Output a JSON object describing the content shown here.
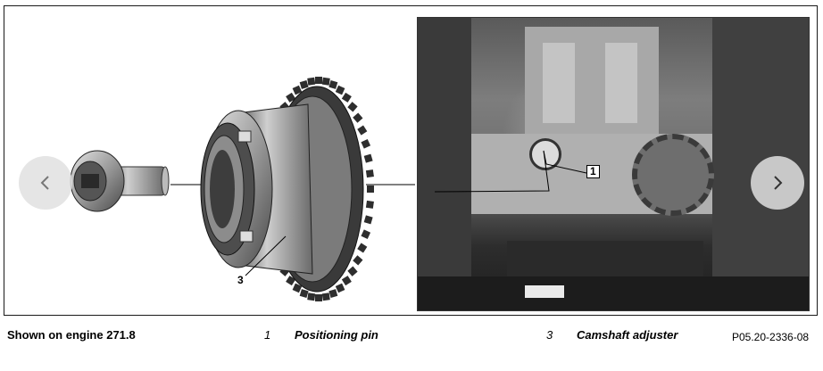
{
  "figure": {
    "callouts": {
      "positioning_pin_number": "1",
      "camshaft_adjuster_number": "3"
    }
  },
  "navigation": {
    "prev_icon": "chevron-left-icon",
    "next_icon": "chevron-right-icon"
  },
  "caption": {
    "engine_note": "Shown on engine 271.8",
    "legend": [
      {
        "number": "1",
        "label": "Positioning pin"
      },
      {
        "number": "3",
        "label": "Camshaft adjuster"
      }
    ],
    "reference_code": "P05.20-2336-08"
  }
}
